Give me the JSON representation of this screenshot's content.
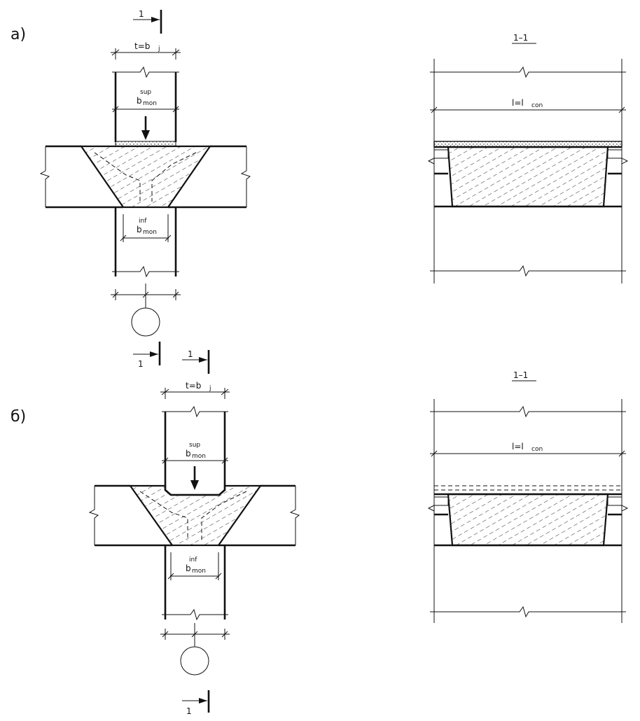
{
  "figure_a": {
    "panel_label": "а)",
    "section_marker": "1",
    "dim_width_main": "t=b",
    "dim_width_sub": "j",
    "sup_top": "sup",
    "sup_main": "b",
    "sup_sub": "mon",
    "inf_top": "inf",
    "inf_main": "b",
    "inf_sub": "mon",
    "section_title": "1–1",
    "length_main": "l=l",
    "length_sub": "con"
  },
  "figure_b": {
    "panel_label": "б)",
    "section_marker": "1",
    "dim_width_main": "t=b",
    "dim_width_sub": "j",
    "sup_top": "sup",
    "sup_main": "b",
    "sup_sub": "mon",
    "inf_top": "inf",
    "inf_main": "b",
    "inf_sub": "mon",
    "section_title": "1–1",
    "length_main": "l=l",
    "length_sub": "con"
  },
  "colors": {
    "ink": "#111111",
    "paper": "#ffffff"
  }
}
